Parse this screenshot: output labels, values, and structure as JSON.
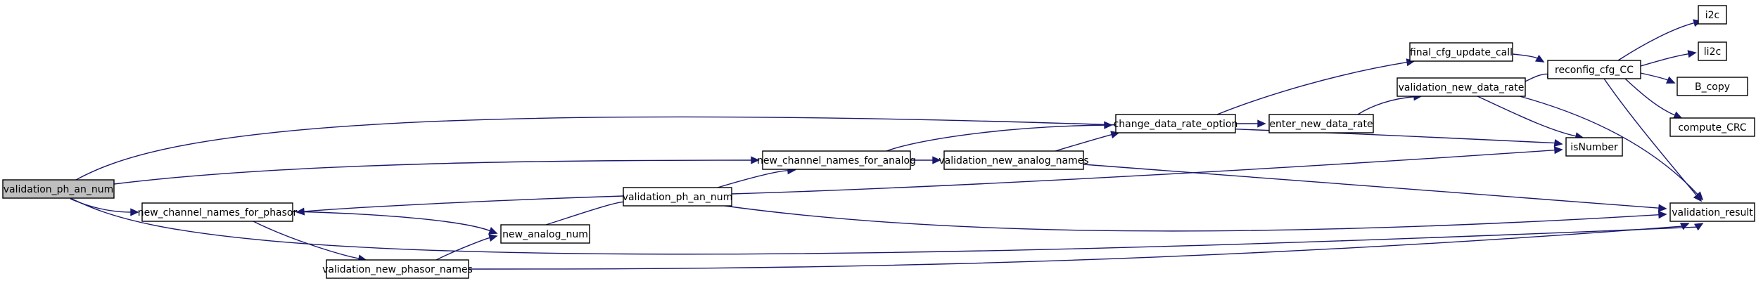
{
  "graph": {
    "nodes": [
      {
        "id": "root",
        "label": "validation_ph_an_num",
        "root": true
      },
      {
        "id": "ncnp",
        "label": "new_channel_names_for_phasor"
      },
      {
        "id": "nan",
        "label": "new_analog_num"
      },
      {
        "id": "vnpn",
        "label": "validation_new_phasor_names"
      },
      {
        "id": "vpan",
        "label": "validation_ph_an_num"
      },
      {
        "id": "ncna",
        "label": "new_channel_names_for_analog"
      },
      {
        "id": "vnan",
        "label": "validation_new_analog_names"
      },
      {
        "id": "cdro",
        "label": "change_data_rate_option"
      },
      {
        "id": "endr",
        "label": "enter_new_data_rate"
      },
      {
        "id": "fcuc",
        "label": "final_cfg_update_call"
      },
      {
        "id": "vndr",
        "label": "validation_new_data_rate"
      },
      {
        "id": "rcc",
        "label": "reconfig_cfg_CC"
      },
      {
        "id": "isn",
        "label": "isNumber"
      },
      {
        "id": "vres",
        "label": "validation_result"
      },
      {
        "id": "i2c",
        "label": "i2c"
      },
      {
        "id": "li2c",
        "label": "li2c"
      },
      {
        "id": "bcopy",
        "label": "B_copy"
      },
      {
        "id": "ccrc",
        "label": "compute_CRC"
      }
    ],
    "edges": [
      {
        "from": "root",
        "to": "ncnp"
      },
      {
        "from": "root",
        "to": "ncna"
      },
      {
        "from": "root",
        "to": "isn"
      },
      {
        "from": "root",
        "to": "vres"
      },
      {
        "from": "ncnp",
        "to": "nan"
      },
      {
        "from": "ncnp",
        "to": "vnpn"
      },
      {
        "from": "nan",
        "to": "vpan"
      },
      {
        "from": "vnpn",
        "to": "nan"
      },
      {
        "from": "vnpn",
        "to": "vres"
      },
      {
        "from": "vpan",
        "to": "ncnp"
      },
      {
        "from": "vpan",
        "to": "ncna"
      },
      {
        "from": "vpan",
        "to": "isn"
      },
      {
        "from": "vpan",
        "to": "vres"
      },
      {
        "from": "ncna",
        "to": "vnan"
      },
      {
        "from": "ncna",
        "to": "cdro"
      },
      {
        "from": "vnan",
        "to": "cdro"
      },
      {
        "from": "vnan",
        "to": "vres"
      },
      {
        "from": "cdro",
        "to": "endr"
      },
      {
        "from": "cdro",
        "to": "fcuc"
      },
      {
        "from": "endr",
        "to": "vndr"
      },
      {
        "from": "fcuc",
        "to": "rcc"
      },
      {
        "from": "vndr",
        "to": "rcc"
      },
      {
        "from": "vndr",
        "to": "isn"
      },
      {
        "from": "vndr",
        "to": "vres"
      },
      {
        "from": "rcc",
        "to": "i2c"
      },
      {
        "from": "rcc",
        "to": "li2c"
      },
      {
        "from": "rcc",
        "to": "bcopy"
      },
      {
        "from": "rcc",
        "to": "ccrc"
      },
      {
        "from": "rcc",
        "to": "vres"
      }
    ]
  }
}
